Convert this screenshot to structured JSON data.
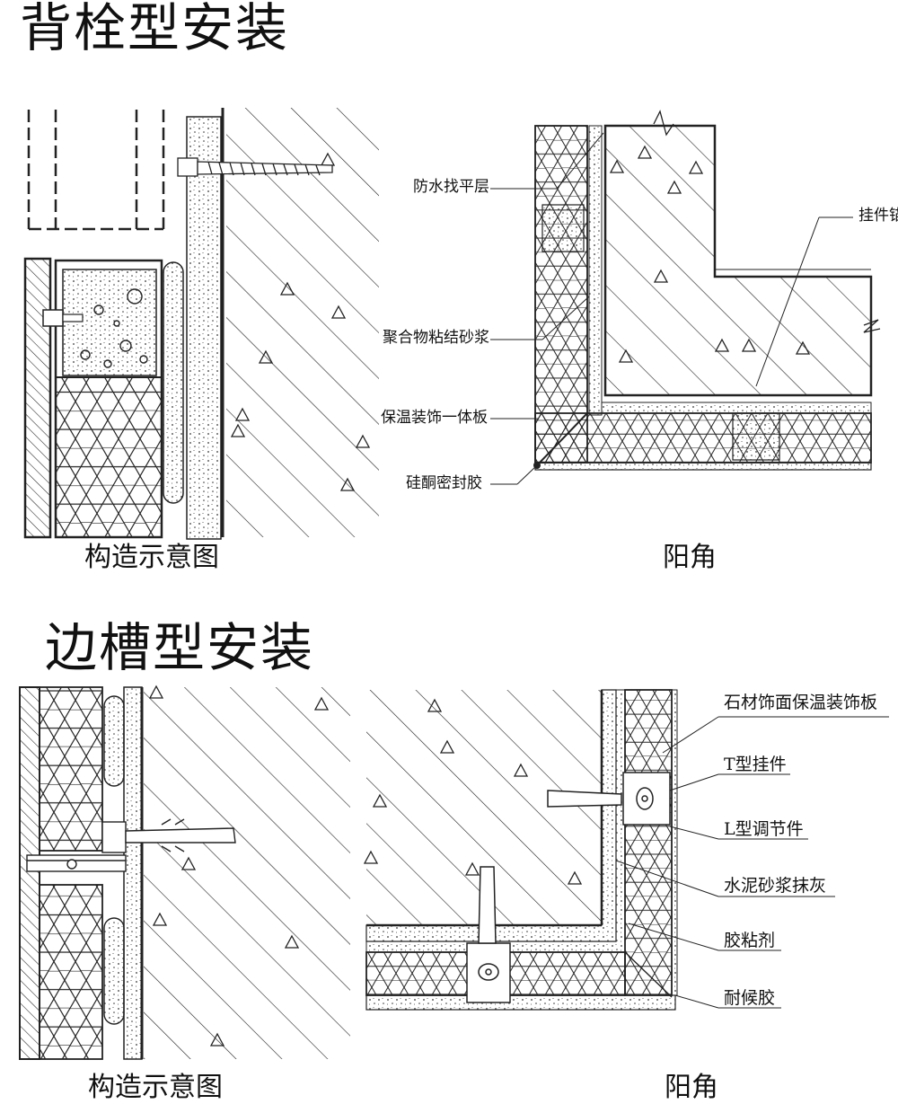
{
  "sections": [
    {
      "title": "背栓型安装",
      "captions": {
        "left": "构造示意图",
        "right": "阳角"
      },
      "callouts": [
        "防水找平层",
        "挂件锚",
        "聚合物粘结砂浆",
        "保温装饰一体板",
        "硅酮密封胶"
      ]
    },
    {
      "title": "边槽型安装",
      "captions": {
        "left": "构造示意图",
        "right": "阳角"
      },
      "callouts": [
        "石材饰面保温装饰板",
        "T型挂件",
        "L型调节件",
        "水泥砂浆抹灰",
        "胶粘剂",
        "耐候胶"
      ]
    }
  ]
}
